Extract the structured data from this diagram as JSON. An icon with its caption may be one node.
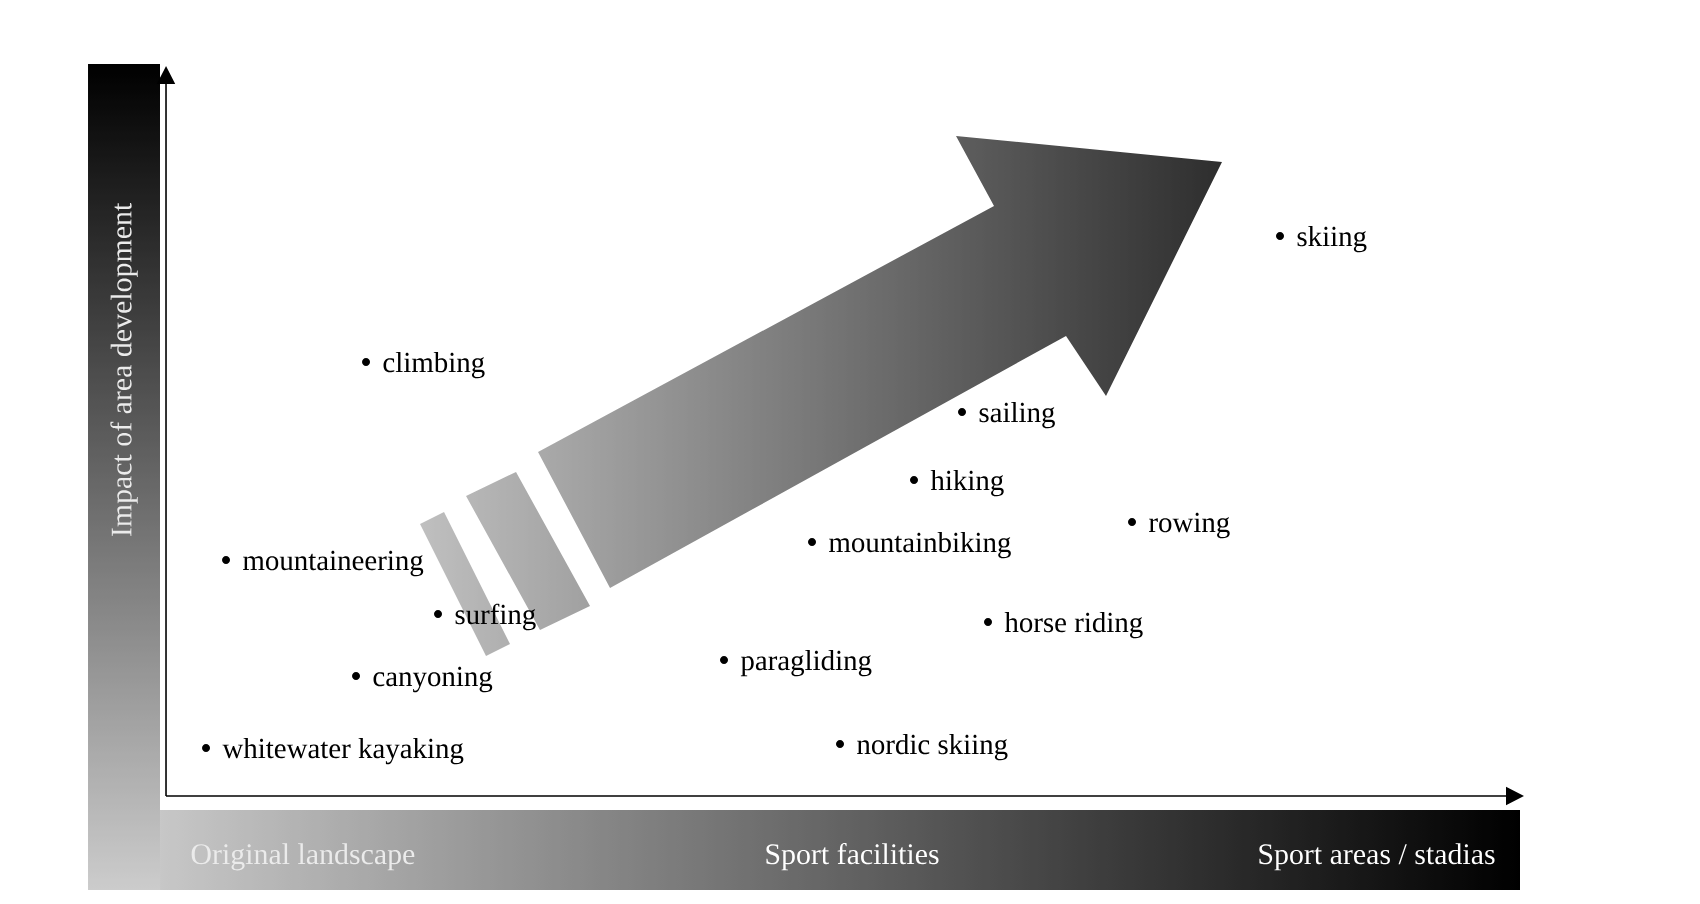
{
  "diagram": {
    "labels": [
      "Impact of area development",
      "skiing",
      "climbing",
      "sailing",
      "hiking",
      "rowing",
      "mountaineering",
      "mountainbiking",
      "surfing",
      "horse riding",
      "canyoning",
      "paragliding",
      "whitewater kayaking",
      "nordic skiing",
      "Original landscape",
      "Sport facilities",
      "Sport areas / stadias"
    ]
  }
}
